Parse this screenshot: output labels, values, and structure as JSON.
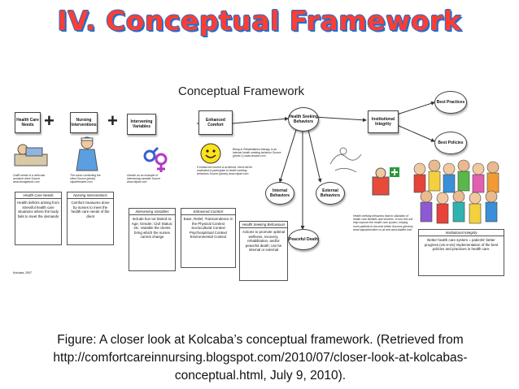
{
  "slide_title": "IV. Conceptual Framework",
  "diagram": {
    "title": "Conceptual Framework",
    "boxes": {
      "health_care_needs": "Health Care Needs",
      "nursing_interventions": "Nursing Interventions",
      "intervening_variables": "Intervening Variables",
      "enhanced_comfort": "Enhanced Comfort",
      "health_seeking_behaviors": "Health Seeking Behaviors",
      "institutional_integrity": "Institutional Integrity",
      "best_practices": "Best Practices",
      "best_policies": "Best Policies",
      "internal_behaviors": "Internal Behaviors",
      "external_behaviors": "External Behaviors",
      "peaceful_death": "Peaceful Death"
    },
    "notes": {
      "needs_note": "Outfit needs of a vehicular accident client Source www.dontgetsick.com",
      "nurse_note": "The nurse comforting the client Source (photo) clipartheaven.com",
      "variables_note": "Gender as an example of intervening variable Source www.clipart.com",
      "comfort_note": "If enhanced comfort is achieved, client will be motivated to participate in health seeking behaviors Source (photo) www.clipart.com",
      "seeking_note": "Being in Rehabilitation therapy is an internal health seeking behavior Source (photo 1) www.around.com",
      "integrity_note": "Health seeking behaviors lead to utilization of health care facilities and services. In turn this will help improve the health care system, helping more patients to become better Sources (photos) www.slapstickonline.co.uk and www.babble.com"
    },
    "panels": {
      "needs": {
        "head": "Health Care Needs",
        "body": "Health deficits arising from stressful health care situations where the body fails to meet the demands"
      },
      "nursing": {
        "head": "Nursing Interventions",
        "body": "Comfort measures done by nurses to meet the health care needs of the client"
      },
      "variables": {
        "head": "Intervening Variables",
        "body": "Include but not limited to: Age; Gender; Civil Status; etc. Variable the clients bring which the nurses cannot change"
      },
      "comfort": {
        "head": "Enhanced Comfort",
        "body": "Ease, Relief, Transcendence in the Physical Context Sociocultural Context Psychospiritual Context Environmental Context"
      },
      "seeking": {
        "head": "Health Seeking Behaviours",
        "body": "Actions to promote optimal wellness, recovery, rehabilitation, and/or peaceful death; can be internal or external"
      },
      "integrity": {
        "head": "Institutional Integrity",
        "body": "Better health care system = patients' better progress (vis-a-vis) Implementation of the best policies and practices in health care."
      }
    },
    "credit": "Kolcaba, 2007"
  },
  "caption": "Figure: A closer look at Kolcaba’s conceptual framework. (Retrieved from http://comfortcareinnursing.blogspot.com/2010/07/closer-look-at-kolcabas-conceptual.html, July 9, 2010).",
  "colors": {
    "title_fill": "#ff3d33",
    "title_outline": "#1f6fd0"
  }
}
